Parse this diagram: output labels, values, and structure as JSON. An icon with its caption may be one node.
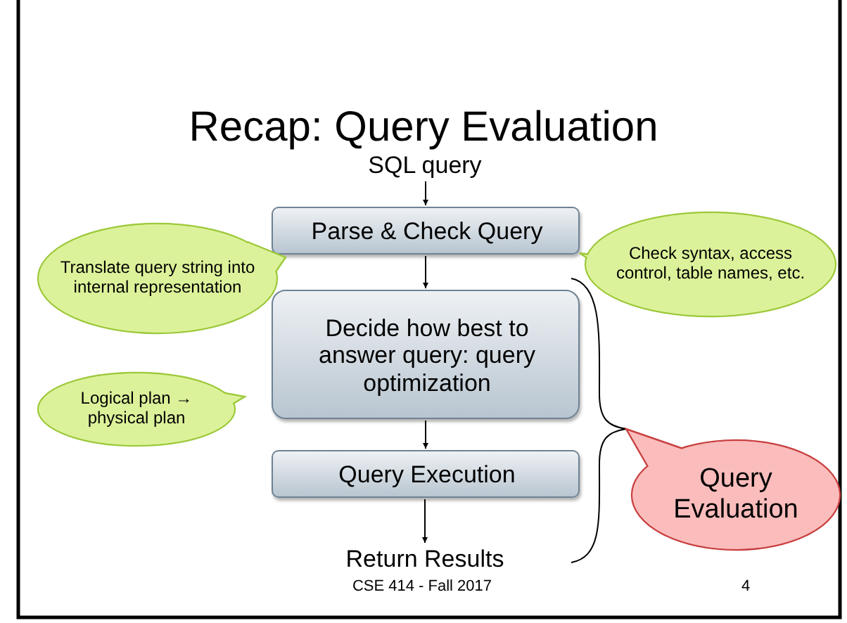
{
  "diagram": {
    "title": "Recap: Query Evaluation",
    "nodes": [
      {
        "text": [
          "SQL query"
        ]
      },
      {
        "text": [
          "Parse & Check Query"
        ]
      },
      {
        "text": [
          "Decide how best to answer query: query optimization"
        ]
      },
      {
        "text": [
          "Query Execution"
        ]
      },
      {
        "text": [
          "Return Results"
        ]
      },
      {
        "text": [
          "Translate query string into internal representation"
        ]
      },
      {
        "text": [
          "Check syntax, access control, table names, etc."
        ]
      },
      {
        "text": [
          "Logical plan → physical plan"
        ]
      },
      {
        "text": [
          "Query Evaluation"
        ]
      }
    ],
    "edges": [
      {
        "from": 0,
        "to": 1,
        "arrow": "to"
      },
      {
        "from": 1,
        "to": 2,
        "arrow": "to"
      },
      {
        "from": 2,
        "to": 3,
        "arrow": "to"
      },
      {
        "from": 3,
        "to": 4,
        "arrow": "to"
      }
    ],
    "labels": [
      "CSE 414 - Fall 2017",
      "4"
    ]
  }
}
